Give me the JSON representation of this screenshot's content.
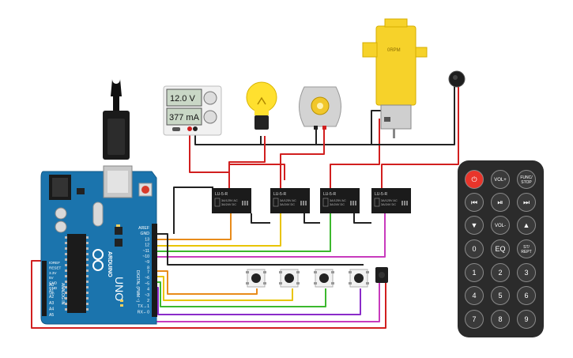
{
  "arduino": {
    "brand": "ARDUINO",
    "model": "UNO",
    "header_top": [
      "AREF",
      "GND",
      "13",
      "12",
      "~11",
      "~10",
      "~9",
      "8"
    ],
    "header_bottom": [
      "7",
      "~6",
      "~5",
      "4",
      "~3",
      "2",
      "TX→1",
      "RX←0"
    ],
    "digital_label": "DIGITAL (PWM ~)",
    "power_labels": [
      "IOREF",
      "RESET",
      "3.3V",
      "5V",
      "GND",
      "GND",
      "Vin"
    ],
    "analog_labels": [
      "A0",
      "A1",
      "A2",
      "A3",
      "A4",
      "A5"
    ],
    "analog_in_label": "ANALOG IN"
  },
  "power_supply": {
    "voltage": "12.0 V",
    "current": "377 mA"
  },
  "dc_motor": {
    "label": ""
  },
  "gear_motor": {
    "label": "0RPM"
  },
  "relays": [
    {
      "title": "LU-5-R",
      "line1": "3A/125V AC",
      "line2": "3A/24V DC"
    },
    {
      "title": "LU-5-R",
      "line1": "3A/125V AC",
      "line2": "3A/24V DC"
    },
    {
      "title": "LU-5-R",
      "line1": "3A/125V AC",
      "line2": "3A/24V DC"
    },
    {
      "title": "LU-5-R",
      "line1": "3A/125V AC",
      "line2": "3A/24V DC"
    }
  ],
  "remote": {
    "buttons": [
      {
        "id": "power",
        "label": "⏻",
        "icon": "power-icon"
      },
      {
        "id": "vol_up",
        "label": "VOL+"
      },
      {
        "id": "func",
        "label": "FUNC/\nSTOP"
      },
      {
        "id": "prev",
        "label": "⏮",
        "icon": "skip-back-icon"
      },
      {
        "id": "play",
        "label": "⏯",
        "icon": "play-pause-icon"
      },
      {
        "id": "next",
        "label": "⏭",
        "icon": "skip-forward-icon"
      },
      {
        "id": "down",
        "label": "▼",
        "icon": "chevron-down-icon"
      },
      {
        "id": "vol_down",
        "label": "VOL-"
      },
      {
        "id": "up",
        "label": "▲",
        "icon": "chevron-up-icon"
      },
      {
        "id": "b0",
        "label": "0"
      },
      {
        "id": "eq",
        "label": "EQ"
      },
      {
        "id": "st",
        "label": "ST/\nREPT"
      },
      {
        "id": "b1",
        "label": "1"
      },
      {
        "id": "b2",
        "label": "2"
      },
      {
        "id": "b3",
        "label": "3"
      },
      {
        "id": "b4",
        "label": "4"
      },
      {
        "id": "b5",
        "label": "5"
      },
      {
        "id": "b6",
        "label": "6"
      },
      {
        "id": "b7",
        "label": "7"
      },
      {
        "id": "b8",
        "label": "8"
      },
      {
        "id": "b9",
        "label": "9"
      }
    ]
  },
  "colors": {
    "board": "#1b74ad",
    "wire_red": "#d11f1f",
    "wire_black": "#222222",
    "wire_orange": "#e88b1a",
    "wire_yellow": "#e9c400",
    "wire_green": "#3cb82e",
    "wire_purple": "#8a2bc9",
    "wire_magenta": "#c83bbd",
    "motor_yellow": "#f6d22a",
    "remote_body": "#2b2b2b",
    "remote_power": "#e8352b"
  }
}
